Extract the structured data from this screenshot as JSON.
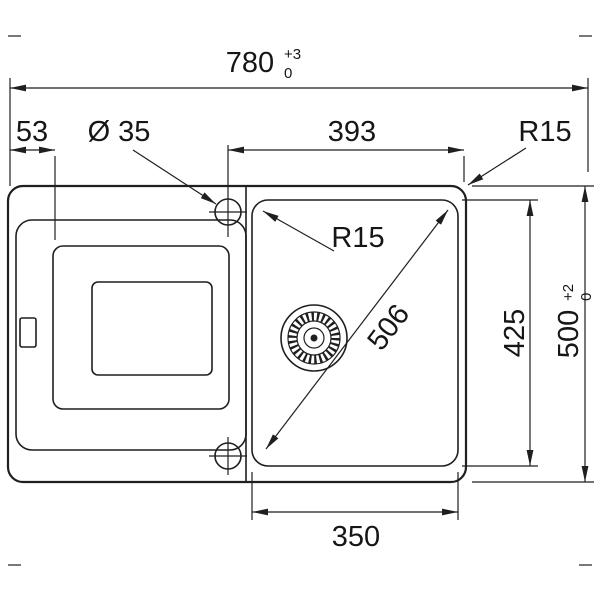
{
  "page": {
    "background": "#ffffff",
    "line_color": "#1f1f1f",
    "description": "Sink installation technical drawing, top view"
  },
  "dimensions": {
    "overall_width": {
      "value": "780",
      "tolerance_upper": "+3",
      "tolerance_lower": "0"
    },
    "overall_depth": {
      "value": "500",
      "tolerance_upper": "+2",
      "tolerance_lower": "0"
    },
    "edge_offset": "53",
    "tap_hole_diameter": "Ø 35",
    "tap_hole_to_edge": "393",
    "outer_corner_radius": "R15",
    "bowl_corner_radius": "R15",
    "bowl_diagonal": "506",
    "bowl_depth": "425",
    "bowl_width": "350"
  }
}
